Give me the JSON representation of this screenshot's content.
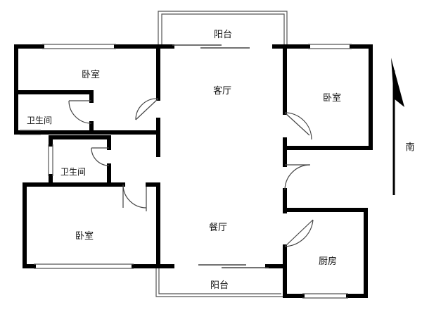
{
  "rooms": {
    "balcony_top": "阳台",
    "living_room": "客厅",
    "bedroom_nw": "卧室",
    "bedroom_ne": "卧室",
    "bathroom_w": "卫生间",
    "bathroom_c": "卫生间",
    "bedroom_sw": "卧室",
    "dining_room": "餐厅",
    "kitchen": "厨房",
    "balcony_bottom": "阳台"
  },
  "compass": {
    "label": "南"
  },
  "colors": {
    "wall": "#000000",
    "thin_line": "#555555",
    "background": "#ffffff"
  }
}
